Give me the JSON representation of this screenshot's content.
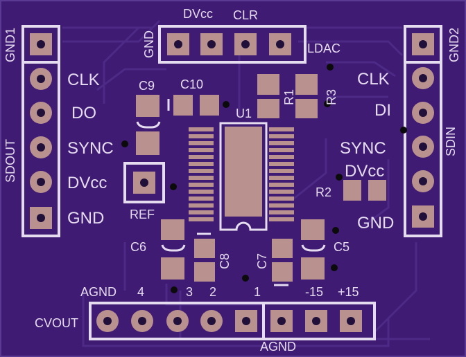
{
  "board": {
    "bg_color": "#3f1b73",
    "trace_color": "#4c2a86",
    "silk_color": "#e6dcf0",
    "pad_color": "#b9918f",
    "pad_hole_color": "#20103a"
  },
  "left_header": {
    "top_label": "GND1",
    "side_label": "SDOUT",
    "pins": [
      "CLK",
      "DO",
      "SYNC",
      "DVcc",
      "GND"
    ]
  },
  "right_header": {
    "top_label": "GND2",
    "side_label": "SDIN",
    "pins": [
      "CLK",
      "DI",
      "SYNC",
      "DVcc",
      "GND"
    ]
  },
  "top_header": {
    "gnd_label": "GND",
    "dvcc_label": "DVcc",
    "clr_label": "CLR",
    "ldac_label": "LDAC"
  },
  "components": {
    "c9": "C9",
    "c10": "C10",
    "u1": "U1",
    "r1": "R1",
    "r3": "R3",
    "r2": "R2",
    "ref": "REF",
    "c6": "C6",
    "c8": "C8",
    "c7": "C7",
    "c5": "C5"
  },
  "bottom_header": {
    "agnd_top": "AGND",
    "pin4": "4",
    "pin3": "3",
    "pin2": "2",
    "pin1": "1",
    "neg15": "-15",
    "pos15": "+15",
    "cvout": "CVOUT",
    "agnd_bottom": "AGND"
  }
}
